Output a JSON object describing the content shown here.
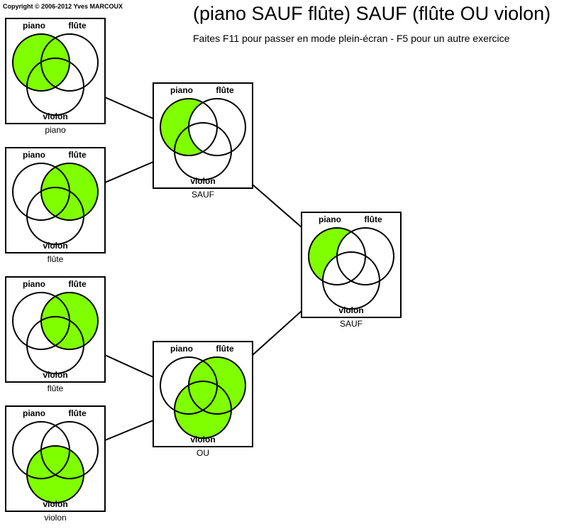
{
  "copyright": "Copyright © 2006-2012 Yves MARCOUX",
  "title": "(piano SAUF flûte) SAUF (flûte OU violon)",
  "subtitle": "Faites F11 pour passer en mode plein-écran - F5 pour un autre exercice",
  "colors": {
    "fill": "#80ff00",
    "stroke": "#000000",
    "background": "#ffffff"
  },
  "set_labels": [
    "piano",
    "flûte",
    "violon"
  ],
  "nodes": [
    {
      "id": "n1",
      "caption": "piano",
      "regions": [
        1,
        0,
        0,
        1,
        1,
        0,
        1,
        0
      ]
    },
    {
      "id": "n2",
      "caption": "flûte",
      "regions": [
        0,
        1,
        0,
        1,
        0,
        1,
        1,
        0
      ]
    },
    {
      "id": "n3",
      "caption": "flûte",
      "regions": [
        0,
        1,
        0,
        1,
        0,
        1,
        1,
        0
      ]
    },
    {
      "id": "n4",
      "caption": "violon",
      "regions": [
        0,
        0,
        1,
        0,
        1,
        1,
        1,
        0
      ]
    },
    {
      "id": "n5",
      "caption": "SAUF",
      "regions": [
        1,
        0,
        0,
        0,
        1,
        0,
        0,
        0
      ]
    },
    {
      "id": "n6",
      "caption": "OU",
      "regions": [
        0,
        1,
        1,
        1,
        1,
        1,
        1,
        0
      ]
    },
    {
      "id": "n7",
      "caption": "SAUF",
      "regions": [
        1,
        0,
        0,
        0,
        0,
        0,
        0,
        0
      ]
    }
  ],
  "edges": [
    [
      "n1",
      "n5"
    ],
    [
      "n2",
      "n5"
    ],
    [
      "n3",
      "n6"
    ],
    [
      "n4",
      "n6"
    ],
    [
      "n5",
      "n7"
    ],
    [
      "n6",
      "n7"
    ]
  ]
}
